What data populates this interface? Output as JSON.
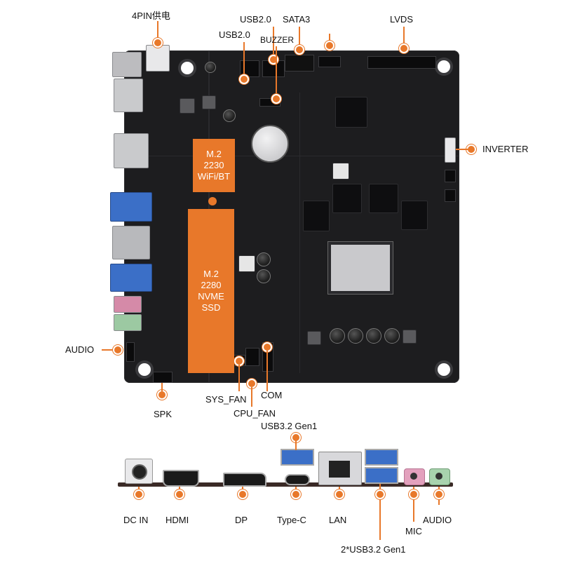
{
  "colors": {
    "accent": "#e8782a",
    "board": "#1d1d1f",
    "usb3": "#3b6fc7"
  },
  "top_labels": {
    "power": "4PIN供电",
    "usb20_a": "USB2.0",
    "usb20_b": "USB2.0",
    "sata": "SATA3",
    "buzzer": "BUZZER",
    "lvds": "LVDS",
    "unlabeled_top": ""
  },
  "side_labels": {
    "inverter": "INVERTER",
    "audio": "AUDIO"
  },
  "bottom_labels": {
    "spk": "SPK",
    "sys_fan": "SYS_FAN",
    "cpu_fan": "CPU_FAN",
    "com": "COM"
  },
  "m2_slots": {
    "wifi": [
      "M.2",
      "2230",
      "WiFi/BT"
    ],
    "nvme": [
      "M.2",
      "2280",
      "NVME",
      "SSD"
    ]
  },
  "io_panel": {
    "usb32_top": "USB3.2 Gen1",
    "dc_in": "DC IN",
    "hdmi": "HDMI",
    "dp": "DP",
    "typec": "Type-C",
    "lan": "LAN",
    "usb32_dual": "2*USB3.2 Gen1",
    "mic": "MIC",
    "audio": "AUDIO"
  }
}
